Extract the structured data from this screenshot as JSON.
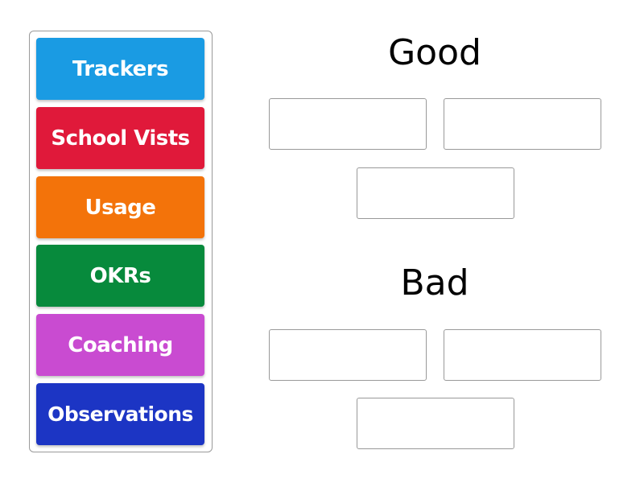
{
  "tiles": [
    {
      "label": "Trackers",
      "color": "#1a9be3"
    },
    {
      "label": "School Vists",
      "color": "#e0193a"
    },
    {
      "label": "Usage",
      "color": "#f3730a"
    },
    {
      "label": "OKRs",
      "color": "#078a3c"
    },
    {
      "label": "Coaching",
      "color": "#c94bd1"
    },
    {
      "label": "Observations",
      "color": "#1c35c4"
    }
  ],
  "groups": [
    {
      "title": "Good",
      "slots": 3
    },
    {
      "title": "Bad",
      "slots": 3
    }
  ]
}
